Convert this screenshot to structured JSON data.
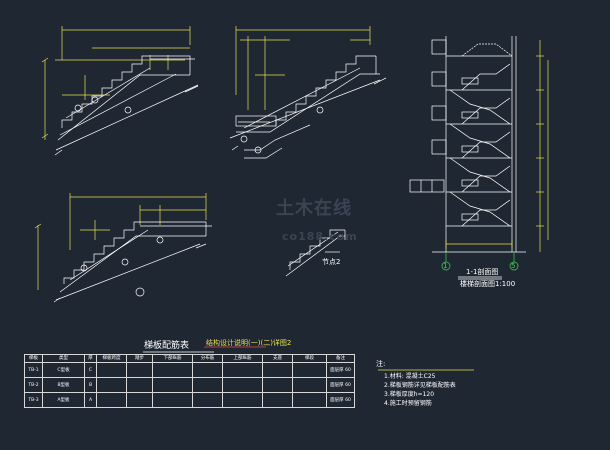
{
  "sheet": {
    "table_title": "梯板配筋表",
    "table_subtitle": "结构设计说明(一)(二)详图2",
    "watermark_brand": "土木在线",
    "watermark_url": "co188.com",
    "section_title": "1-1剖面图",
    "section_subtitle": "楼梯剖面图1:100",
    "detail_label": "节点2",
    "axis_left": "1",
    "axis_right": "5"
  },
  "schedule": {
    "headers": [
      "梯板",
      "类型",
      "厚",
      "梯板跨度",
      "踏步",
      "下部纵筋",
      "分布筋",
      "上部纵筋",
      "支座",
      "梯段",
      "备注"
    ],
    "rows": [
      {
        "id": "TB-1",
        "type": "C型板",
        "code": "C",
        "note": "面层厚 60"
      },
      {
        "id": "TB-2",
        "type": "B型板",
        "code": "B",
        "note": "面层厚 60"
      },
      {
        "id": "TB-3",
        "type": "A型板",
        "code": "A",
        "note": "面层厚 60"
      }
    ]
  },
  "notes": {
    "title": "注:",
    "lines": [
      "1.材料: 混凝土C25",
      "2.梯板钢筋详见梯板配筋表",
      "3.梯板厚度h=120",
      "4.施工时预留钢筋"
    ]
  },
  "colors": {
    "background": "#1f2733",
    "lines": "#ffffff",
    "dims": "#e8e24a",
    "axis": "#37d94a",
    "red": "#e84a4a",
    "watermark": "#3a4452"
  }
}
